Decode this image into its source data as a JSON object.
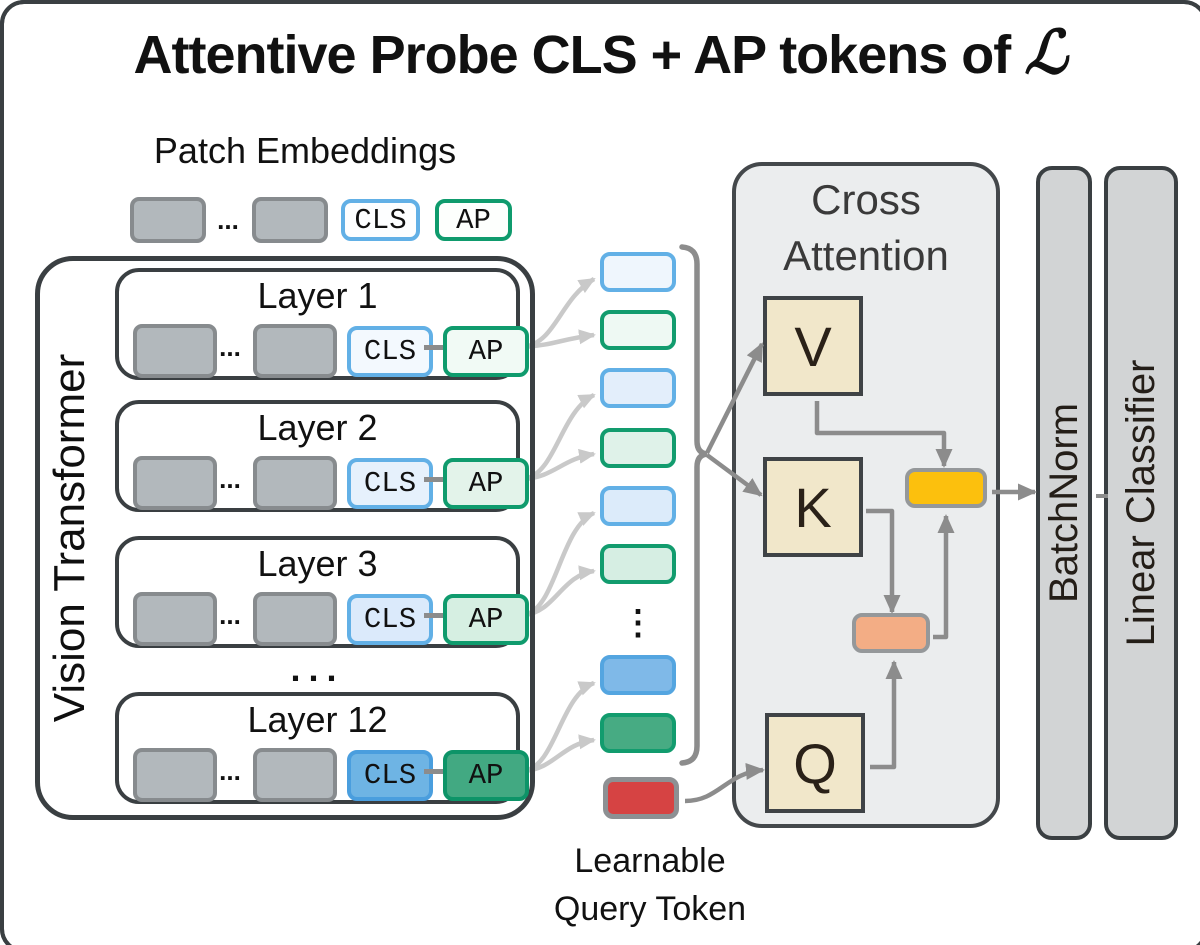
{
  "title": {
    "text": "Attentive Probe CLS + AP tokens of",
    "symbol": "ℒ"
  },
  "patch_embeddings": {
    "label": "Patch Embeddings",
    "dots": "...",
    "cls": "CLS",
    "ap": "AP"
  },
  "vision_transformer": {
    "label": "Vision Transformer",
    "between_layers_ellipsis": "...",
    "layers": [
      {
        "name": "Layer 1",
        "dots": "...",
        "cls": "CLS",
        "ap": "AP",
        "cls_fill": "#f3f9fe",
        "cls_border": "#62b0e6",
        "ap_fill": "#f1faf5",
        "ap_border": "#0f9b6d"
      },
      {
        "name": "Layer 2",
        "dots": "...",
        "cls": "CLS",
        "ap": "AP",
        "cls_fill": "#e6f1fc",
        "cls_border": "#62b0e6",
        "ap_fill": "#e3f3ea",
        "ap_border": "#0f9b6d"
      },
      {
        "name": "Layer 3",
        "dots": "...",
        "cls": "CLS",
        "ap": "AP",
        "cls_fill": "#dbeafb",
        "cls_border": "#62b0e6",
        "ap_fill": "#d6efe2",
        "ap_border": "#0f9b6d"
      },
      {
        "name": "Layer 12",
        "dots": "...",
        "cls": "CLS",
        "ap": "AP",
        "cls_fill": "#6eb4e4",
        "cls_border": "#4a9ede",
        "ap_fill": "#42a982",
        "ap_border": "#0d9468"
      }
    ]
  },
  "tokens": {
    "vertical_dots": "⋮",
    "items": [
      {
        "fill": "#eff6fd",
        "border": "#62b0e6"
      },
      {
        "fill": "#eef9f3",
        "border": "#129c6e"
      },
      {
        "fill": "#e3eefb",
        "border": "#62b0e6"
      },
      {
        "fill": "#dff2e9",
        "border": "#129c6e"
      },
      {
        "fill": "#dcebfa",
        "border": "#62b0e6"
      },
      {
        "fill": "#d6eee3",
        "border": "#129c6e"
      },
      {
        "fill": "#7fb9e8",
        "border": "#54a5e0"
      },
      {
        "fill": "#47ab83",
        "border": "#129c6e"
      },
      {
        "fill": "#d64343",
        "border": "#8d9093"
      }
    ]
  },
  "learnable_query": {
    "line1": "Learnable",
    "line2": "Query Token"
  },
  "cross_attention": {
    "title_line1": "Cross",
    "title_line2": "Attention",
    "v": "V",
    "k": "K",
    "q": "Q"
  },
  "batchnorm": {
    "label": "BatchNorm"
  },
  "linear_classifier": {
    "label": "Linear Classifier"
  },
  "colors": {
    "qkv_beige": "#f1e7ca",
    "attention_yellow": "#fcc00d",
    "attention_orange": "#f3ad85",
    "panel_gray": "#ebedee",
    "bar_gray": "#d2d4d5",
    "patch_gray": "#b2b8bc",
    "arrow_gray": "#8c8c8c",
    "arrow_light": "#c9c9c9",
    "outline_dark": "#3a3f42",
    "cls_blue": "#62b0e6",
    "ap_green": "#0f9b6d",
    "query_red": "#d64343"
  }
}
